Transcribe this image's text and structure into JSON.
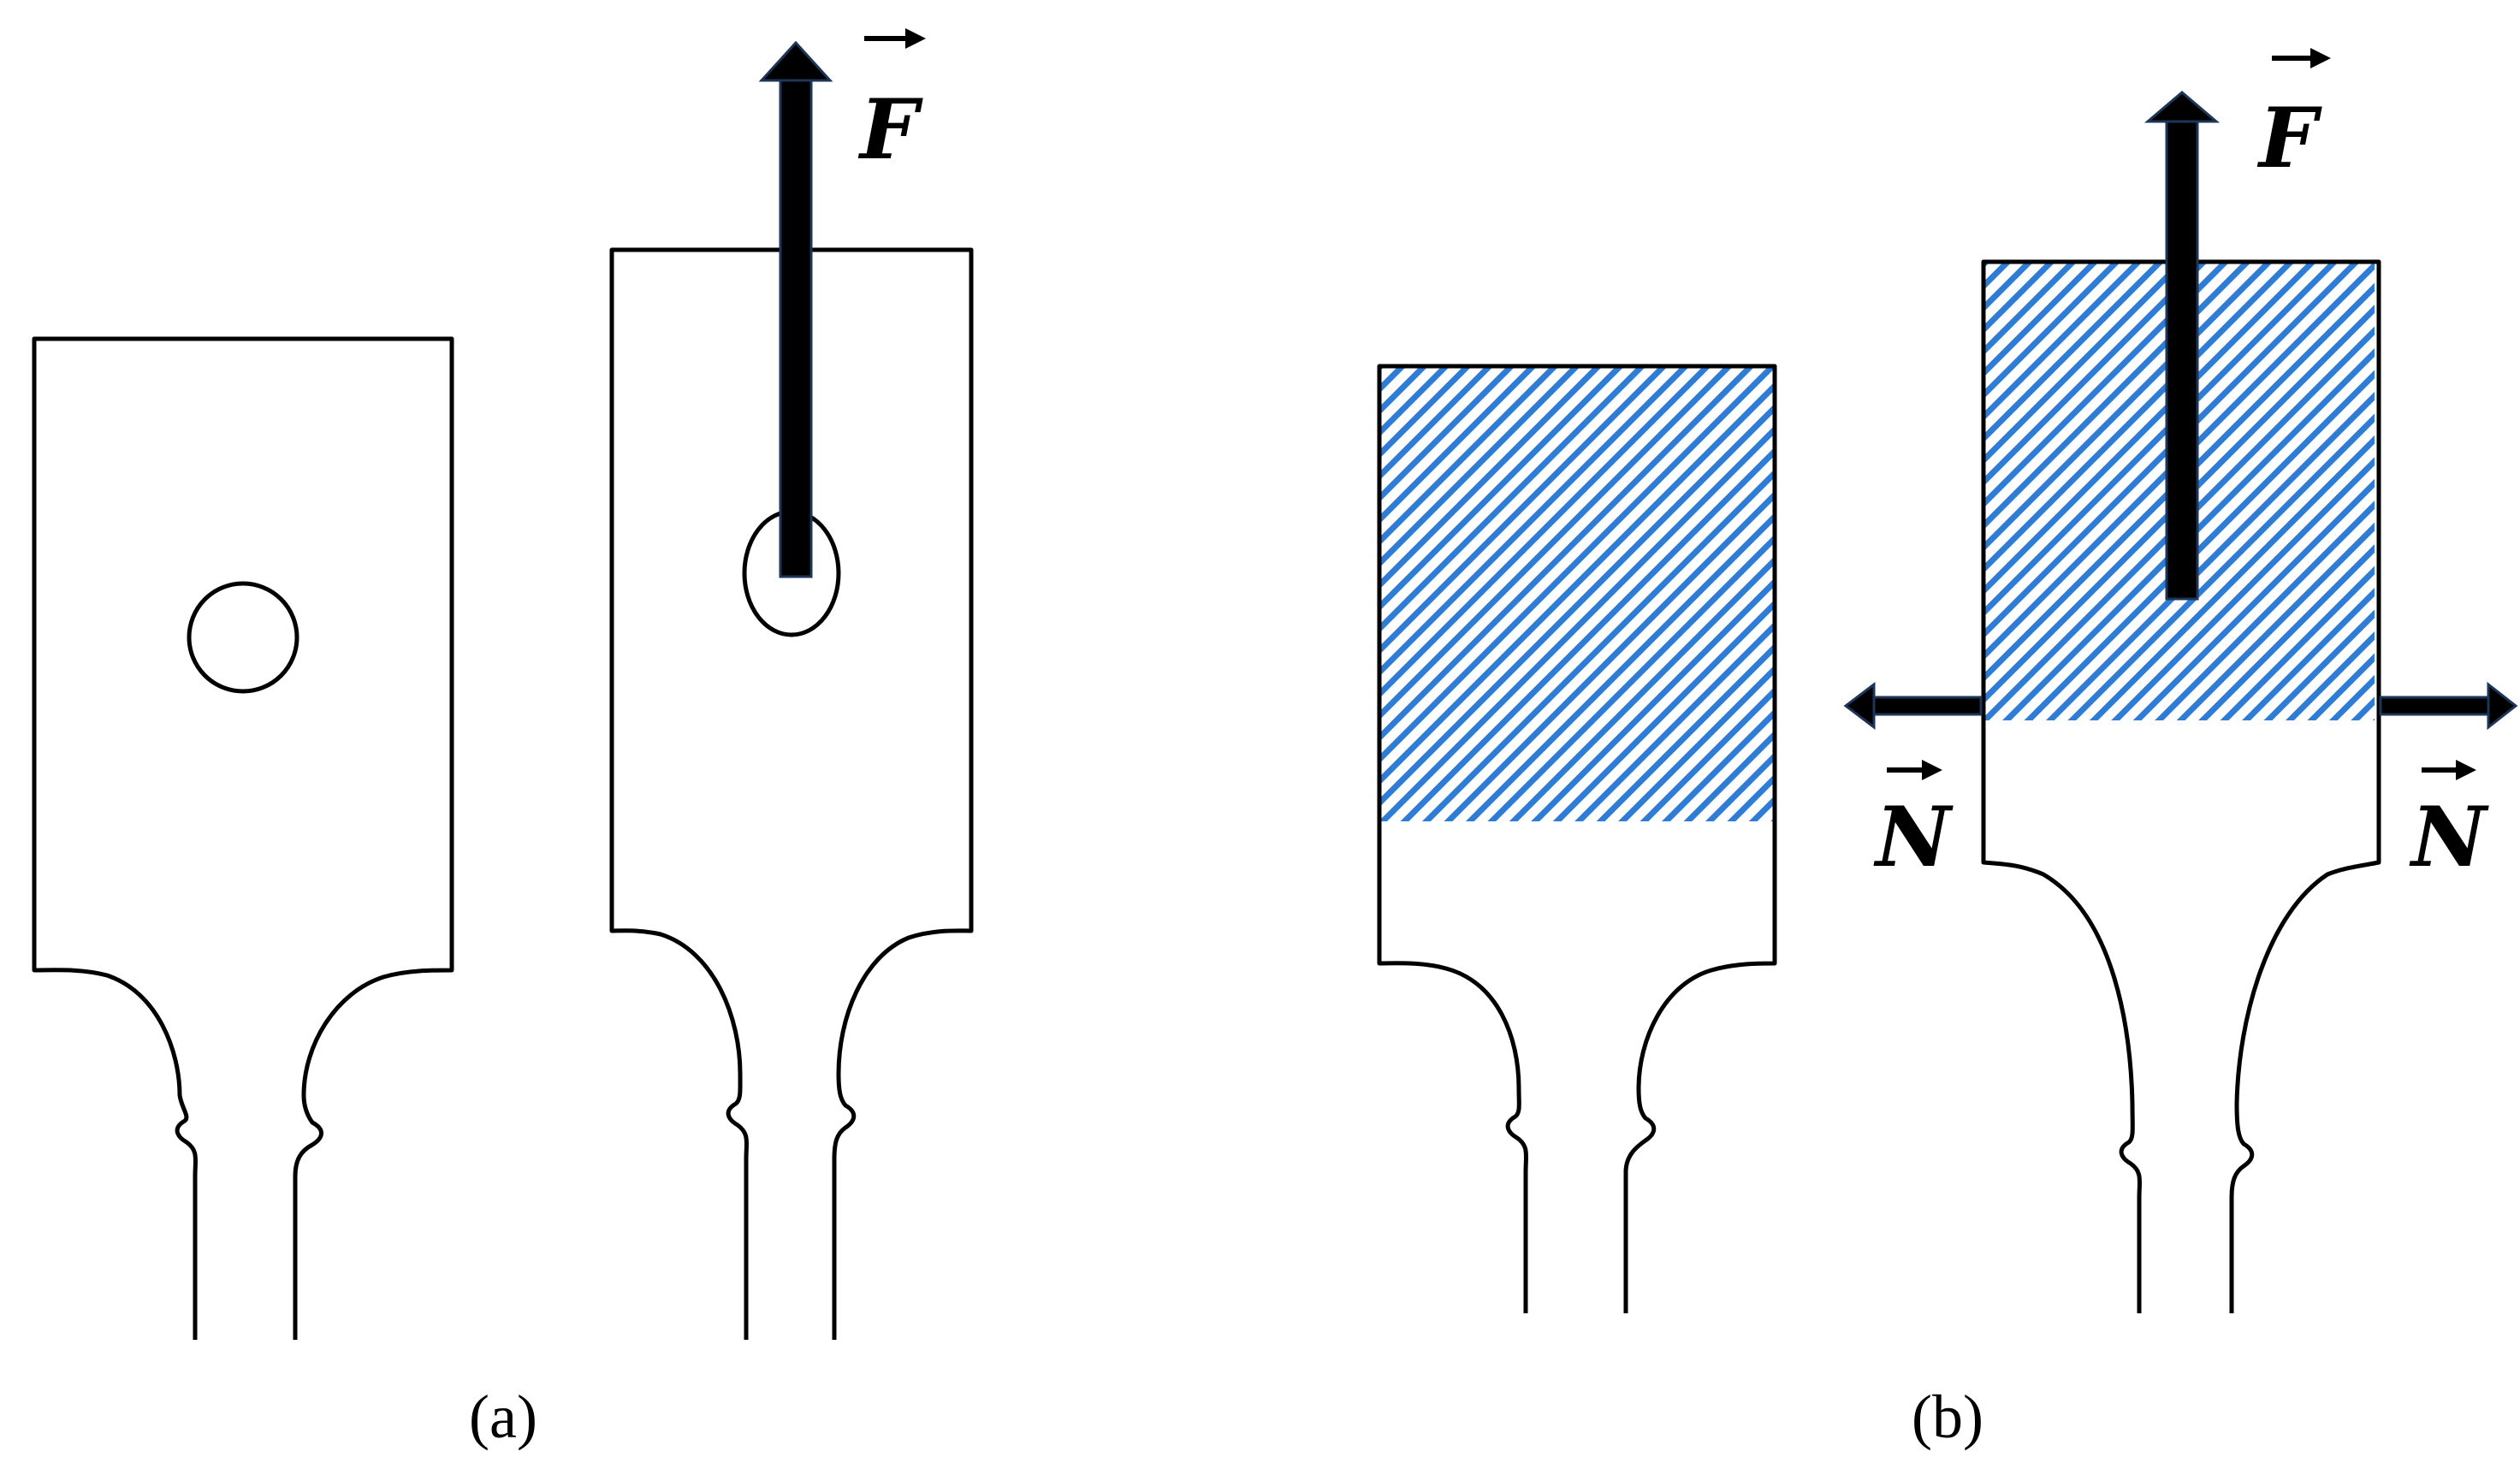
{
  "colors": {
    "outline": "#000000",
    "arrow_fill": "#000000",
    "arrow_edge": "#1d3557",
    "hatch": "#2e7cd6"
  },
  "panels": {
    "a": {
      "caption": "(a)",
      "force_symbol": "F"
    },
    "b": {
      "caption": "(b)",
      "force_symbol": "F",
      "normal_left_symbol": "N",
      "normal_right_symbol": "N"
    }
  }
}
